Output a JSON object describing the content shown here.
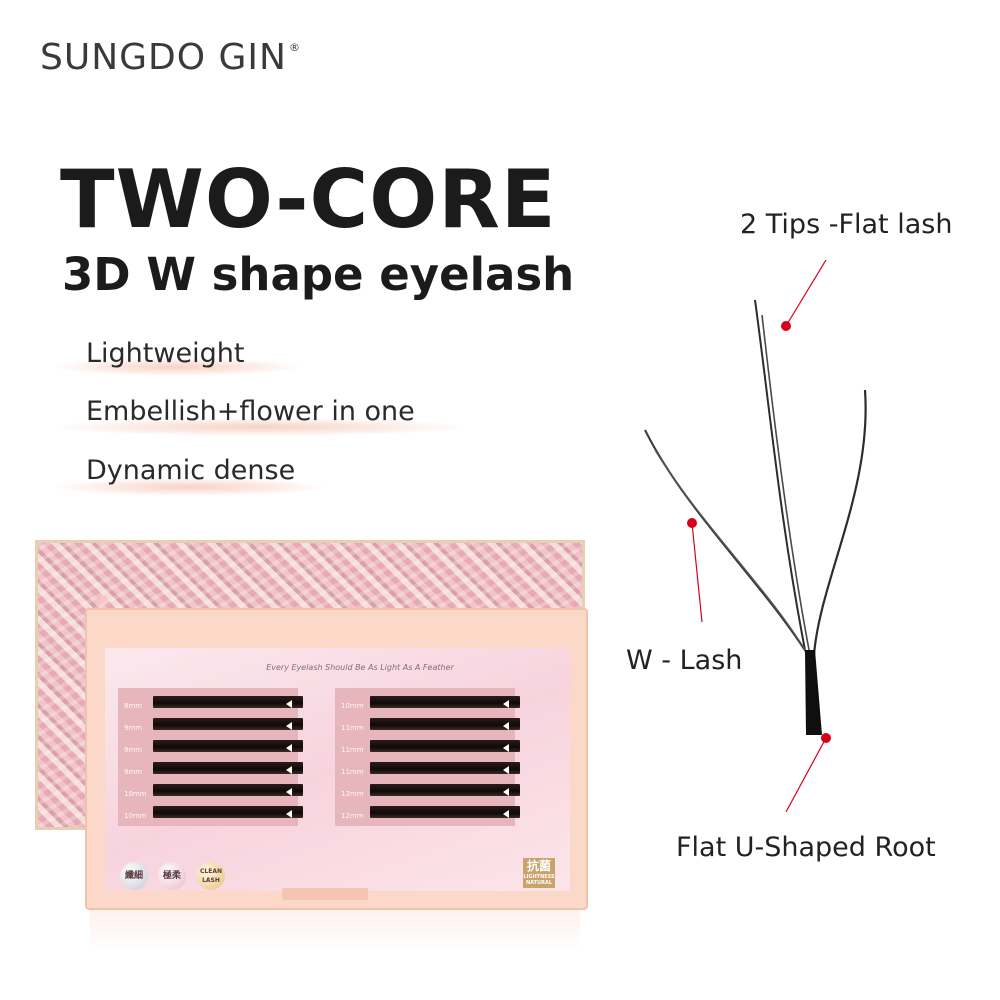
{
  "brand": {
    "name": "SUNGDO GIN",
    "registered": "®"
  },
  "headline": "TWO-CORE",
  "subheadline": "3D W shape eyelash",
  "features": [
    "Lightweight",
    "Embellish+flower in one",
    "Dynamic dense"
  ],
  "diagram": {
    "label_tips": "2 Tips -Flat lash",
    "label_w": "W - Lash",
    "label_root": "Flat U-Shaped Root",
    "accent_color": "#d7001a"
  },
  "product": {
    "motto": "Every Eyelash Should Be As Light As A Feather",
    "left_lengths": [
      "8mm",
      "9mm",
      "9mm",
      "9mm",
      "10mm",
      "10mm"
    ],
    "right_lengths": [
      "10mm",
      "11mm",
      "11mm",
      "11mm",
      "12mm",
      "12mm"
    ],
    "badges": [
      "纖細",
      "極柔",
      "CLEAN LASH"
    ],
    "stamp_main": "抗菌",
    "stamp_sub1": "LIGHTNESS",
    "stamp_sub2": "NATURAL"
  }
}
